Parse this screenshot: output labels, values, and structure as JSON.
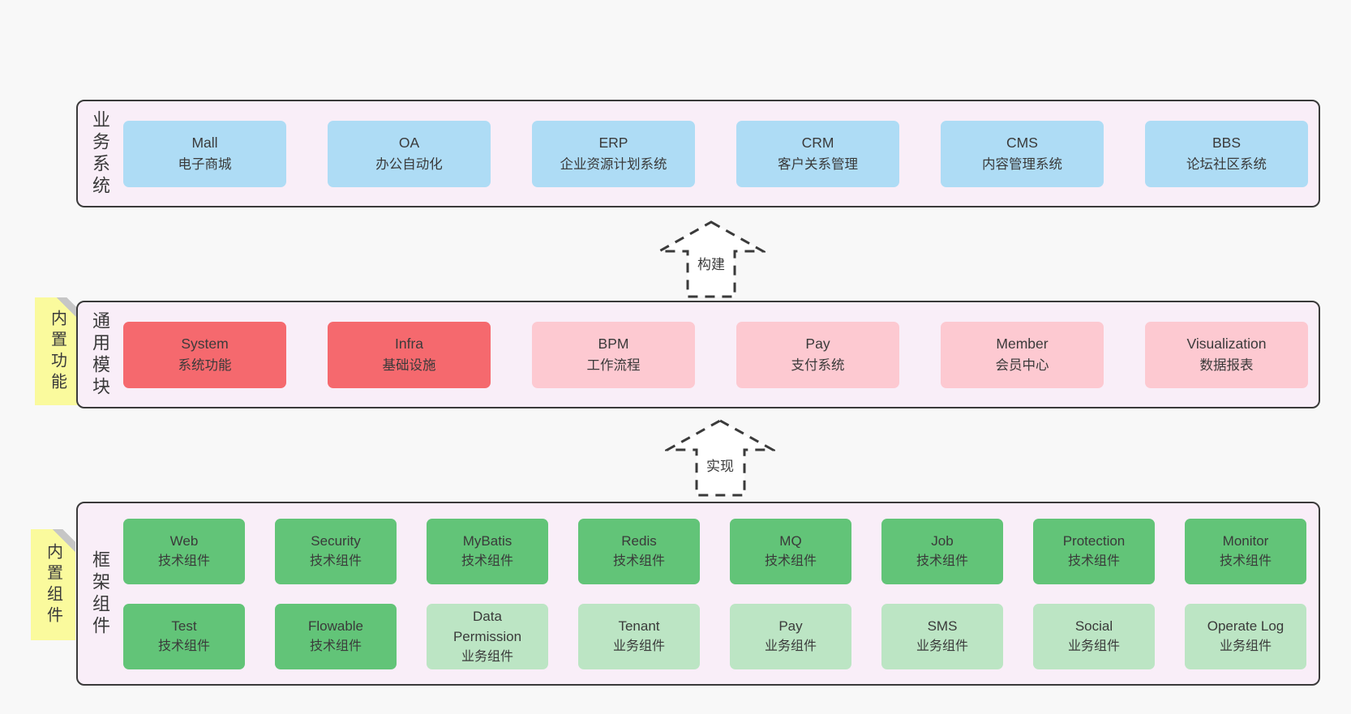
{
  "colors": {
    "page_bg": "#f8f8f8",
    "band_bg": "#f9eef8",
    "band_border": "#3a3a3a",
    "blue_box": "#aedcf5",
    "red_box": "#f5696e",
    "pink_box": "#fdc9d1",
    "green_dark_box": "#62c478",
    "green_light_box": "#bce5c4",
    "sticky_yellow": "#fafa9d",
    "text": "#3a3a3a"
  },
  "arrows": {
    "build": "构建",
    "implement": "实现"
  },
  "bands": {
    "business": {
      "label": "业务系统",
      "boxes": [
        {
          "name": "Mall",
          "desc": "电子商城"
        },
        {
          "name": "OA",
          "desc": "办公自动化"
        },
        {
          "name": "ERP",
          "desc": "企业资源计划系统"
        },
        {
          "name": "CRM",
          "desc": "客户关系管理"
        },
        {
          "name": "CMS",
          "desc": "内容管理系统"
        },
        {
          "name": "BBS",
          "desc": "论坛社区系统"
        }
      ]
    },
    "modules": {
      "label": "通用模块",
      "sticky": "内置功能",
      "boxes": [
        {
          "name": "System",
          "desc": "系统功能"
        },
        {
          "name": "Infra",
          "desc": "基础设施"
        },
        {
          "name": "BPM",
          "desc": "工作流程"
        },
        {
          "name": "Pay",
          "desc": "支付系统"
        },
        {
          "name": "Member",
          "desc": "会员中心"
        },
        {
          "name": "Visualization",
          "desc": "数据报表"
        }
      ]
    },
    "components": {
      "label": "框架组件",
      "sticky": "内置组件",
      "row1": [
        {
          "name": "Web",
          "desc": "技术组件"
        },
        {
          "name": "Security",
          "desc": "技术组件"
        },
        {
          "name": "MyBatis",
          "desc": "技术组件"
        },
        {
          "name": "Redis",
          "desc": "技术组件"
        },
        {
          "name": "MQ",
          "desc": "技术组件"
        },
        {
          "name": "Job",
          "desc": "技术组件"
        },
        {
          "name": "Protection",
          "desc": "技术组件"
        },
        {
          "name": "Monitor",
          "desc": "技术组件"
        }
      ],
      "row2": [
        {
          "name": "Test",
          "desc": "技术组件"
        },
        {
          "name": "Flowable",
          "desc": "技术组件"
        },
        {
          "name": "Data Permission",
          "desc": "业务组件"
        },
        {
          "name": "Tenant",
          "desc": "业务组件"
        },
        {
          "name": "Pay",
          "desc": "业务组件"
        },
        {
          "name": "SMS",
          "desc": "业务组件"
        },
        {
          "name": "Social",
          "desc": "业务组件"
        },
        {
          "name": "Operate Log",
          "desc": "业务组件"
        }
      ]
    }
  }
}
